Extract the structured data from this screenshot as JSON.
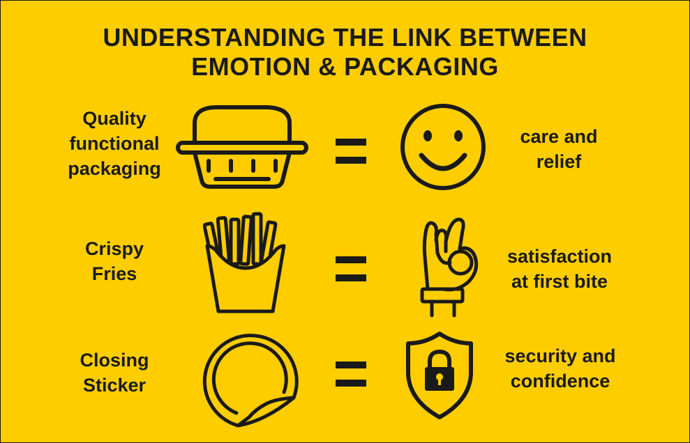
{
  "title": {
    "line1": "UNDERSTANDING THE LINK BETWEEN",
    "line2": "EMOTION & PACKAGING"
  },
  "rows": [
    {
      "left_lines": [
        "Quality",
        "functional",
        "packaging"
      ],
      "left_icon": "clamshell-box-icon",
      "right_icon": "smiley-face-icon",
      "right_lines": [
        "care and",
        "relief"
      ]
    },
    {
      "left_lines": [
        "Crispy",
        "Fries"
      ],
      "left_icon": "french-fries-icon",
      "right_icon": "ok-hand-icon",
      "right_lines": [
        "satisfaction",
        "at first bite"
      ]
    },
    {
      "left_lines": [
        "Closing",
        "Sticker"
      ],
      "left_icon": "peeling-sticker-icon",
      "right_icon": "shield-lock-icon",
      "right_lines": [
        "security and",
        "confidence"
      ]
    }
  ],
  "colors": {
    "background": "#fecd00",
    "ink": "#1a1a1a"
  }
}
